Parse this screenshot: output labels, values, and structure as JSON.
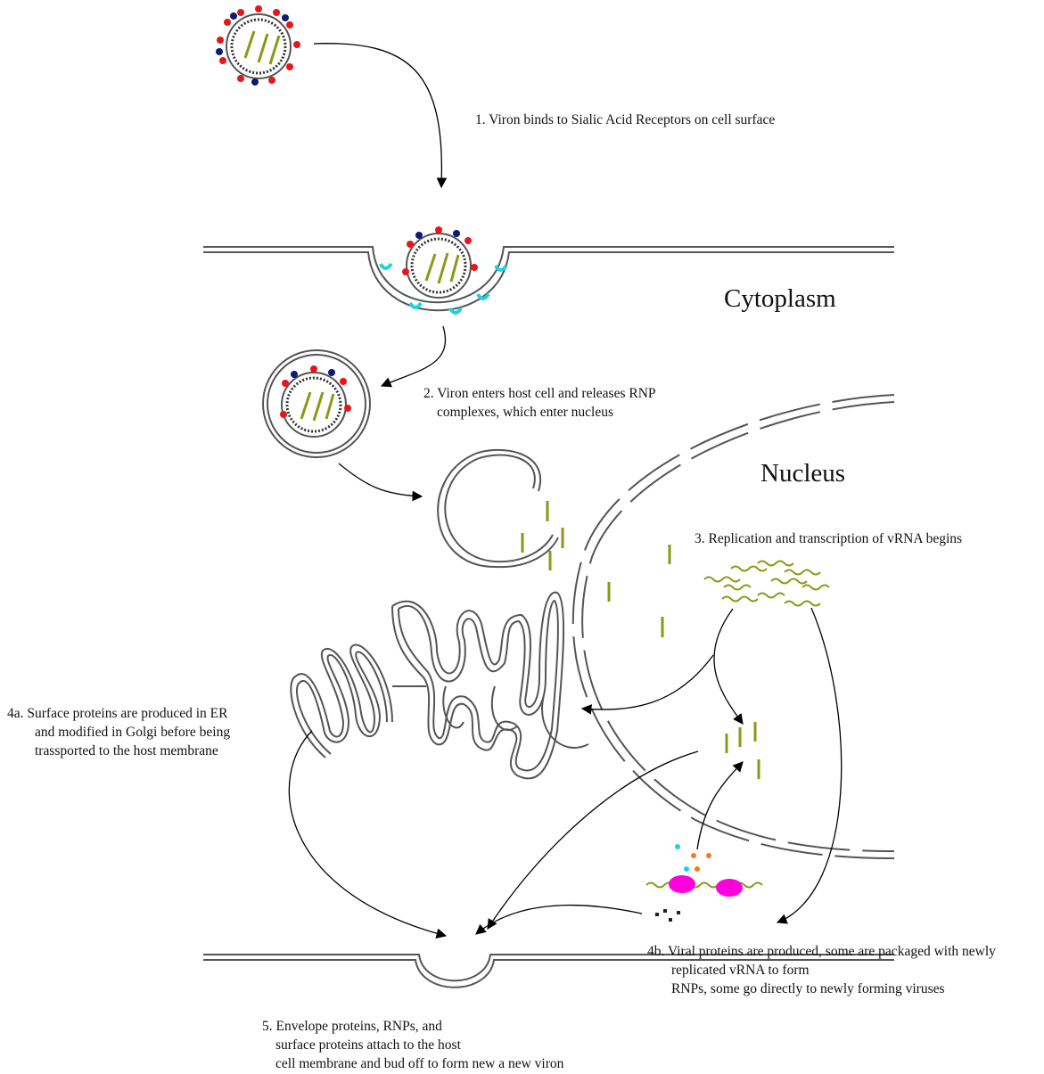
{
  "regions": {
    "cytoplasm": "Cytoplasm",
    "nucleus": "Nucleus"
  },
  "steps": {
    "step1": [
      "1. Viron binds to Sialic Acid Receptors on cell surface"
    ],
    "step2": [
      "2. Viron enters host cell and releases RNP",
      "complexes, which enter nucleus"
    ],
    "step3": [
      "3. Replication and transcription of vRNA begins"
    ],
    "step4a": [
      "4a.  Surface proteins are produced in ER",
      "and modified in Golgi before being",
      "trassported to the host membrane"
    ],
    "step4b": [
      "4b. Viral proteins are produced, some are packaged with newly",
      "replicated vRNA to form",
      "RNPs, some go directly to newly forming viruses"
    ],
    "step5": [
      "5. Envelope proteins, RNPs, and",
      "surface proteins attach to the host",
      "cell membrane and bud off to form new a new viron"
    ]
  },
  "colors": {
    "hemagglutinin": "#e8151b",
    "neuraminidase": "#0d1a78",
    "receptor": "#19d3e0",
    "rnp_strand": "#8a9a16",
    "rnp_cap": "#f07a1e",
    "ribosome": "#ff00dd",
    "membrane": "#555555"
  }
}
